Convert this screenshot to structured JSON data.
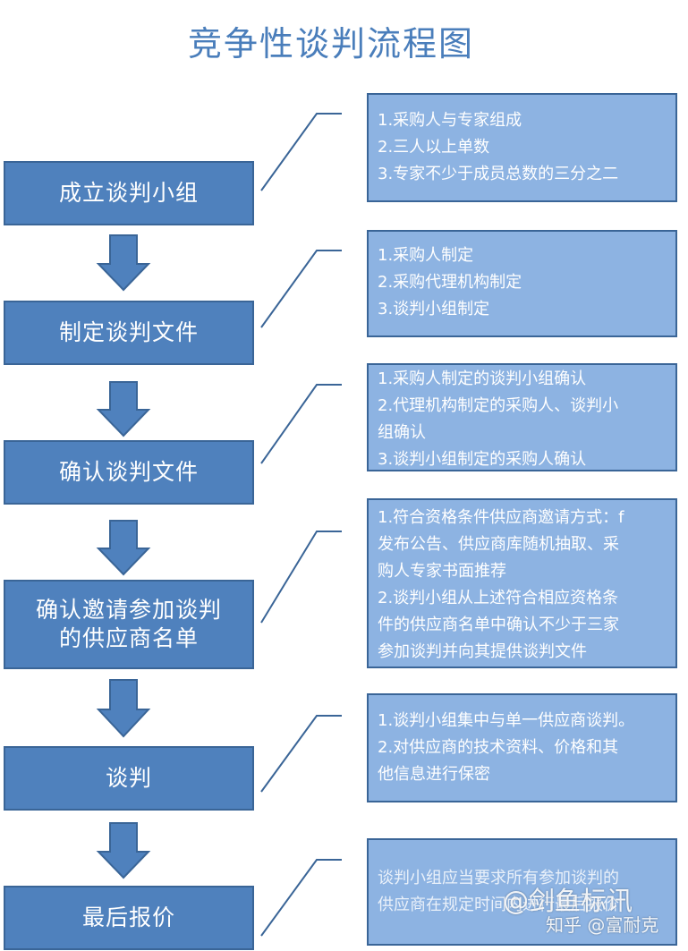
{
  "title": "竞争性谈判流程图",
  "colors": {
    "step_fill": "#4f81bd",
    "note_fill": "#8db3e2",
    "border": "#3a6597",
    "title": "#4a7ebb"
  },
  "steps": [
    {
      "label": "成立谈判小组",
      "note": [
        "1.采购人与专家组成",
        "2.三人以上单数",
        "3.专家不少于成员总数的三分之二"
      ]
    },
    {
      "label": "制定谈判文件",
      "note": [
        "1.采购人制定",
        "2.采购代理机构制定",
        "3.谈判小组制定"
      ]
    },
    {
      "label": "确认谈判文件",
      "note": [
        "1.采购人制定的谈判小组确认",
        "2.代理机构制定的采购人、谈判小",
        "组确认",
        "3.谈判小组制定的采购人确认"
      ]
    },
    {
      "label_lines": [
        "确认邀请参加谈判",
        "的供应商名单"
      ],
      "note": [
        "1.符合资格条件供应商邀请方式：f",
        "发布公告、供应商库随机抽取、采",
        "购人专家书面推荐",
        "2.谈判小组从上述符合相应资格条",
        "件的供应商名单中确认不少于三家",
        "参加谈判并向其提供谈判文件"
      ]
    },
    {
      "label": "谈判",
      "note": [
        "1.谈判小组集中与单一供应商谈判。",
        "2.对供应商的技术资料、价格和其",
        "他信息进行保密"
      ]
    },
    {
      "label": "最后报价",
      "note": [
        "谈判小组应当要求所有参加谈判的",
        "供应商在规定时间内进行最后报价"
      ]
    }
  ],
  "watermark": {
    "line1": "@剑鱼标讯",
    "line2": "知乎 @富耐克"
  }
}
